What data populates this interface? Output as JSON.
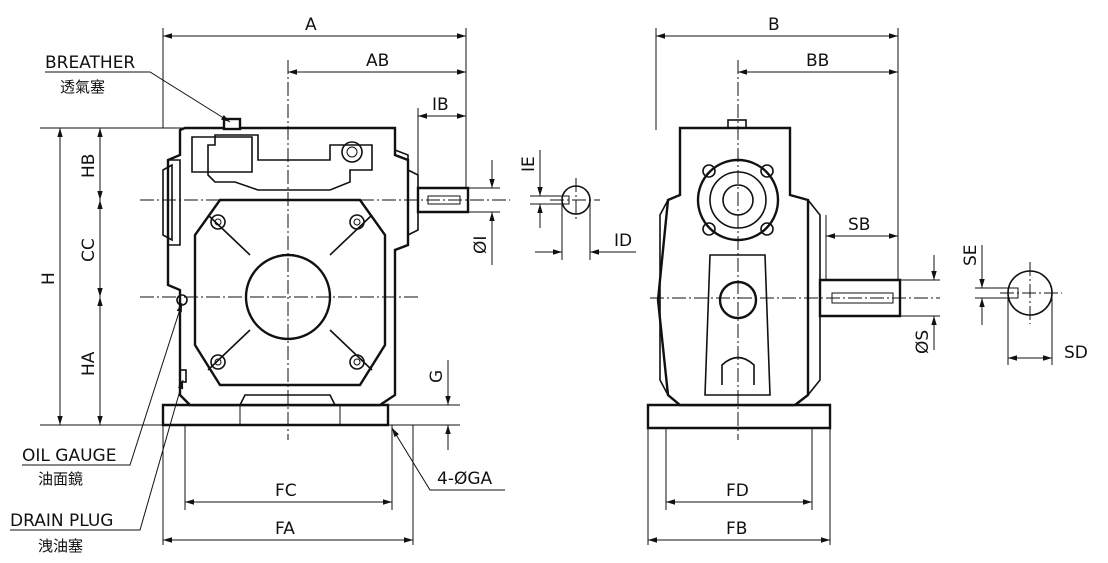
{
  "labels": {
    "A": "A",
    "AB": "AB",
    "IB": "IB",
    "HB": "HB",
    "CC": "CC",
    "H": "H",
    "HA": "HA",
    "G": "G",
    "FC": "FC",
    "FA": "FA",
    "GA": "4-ØGA",
    "IE": "IE",
    "I": "ØI",
    "ID": "ID",
    "B": "B",
    "BB": "BB",
    "SB": "SB",
    "SE": "SE",
    "S": "ØS",
    "SD": "SD",
    "FD": "FD",
    "FB": "FB"
  },
  "callouts": {
    "breather_en": "BREATHER",
    "breather_zh": "透氣塞",
    "oil_gauge_en": "OIL GAUGE",
    "oil_gauge_zh": "油面鏡",
    "drain_plug_en": "DRAIN PLUG",
    "drain_plug_zh": "洩油塞"
  },
  "colors": {
    "line": "#111111",
    "background": "#ffffff"
  }
}
